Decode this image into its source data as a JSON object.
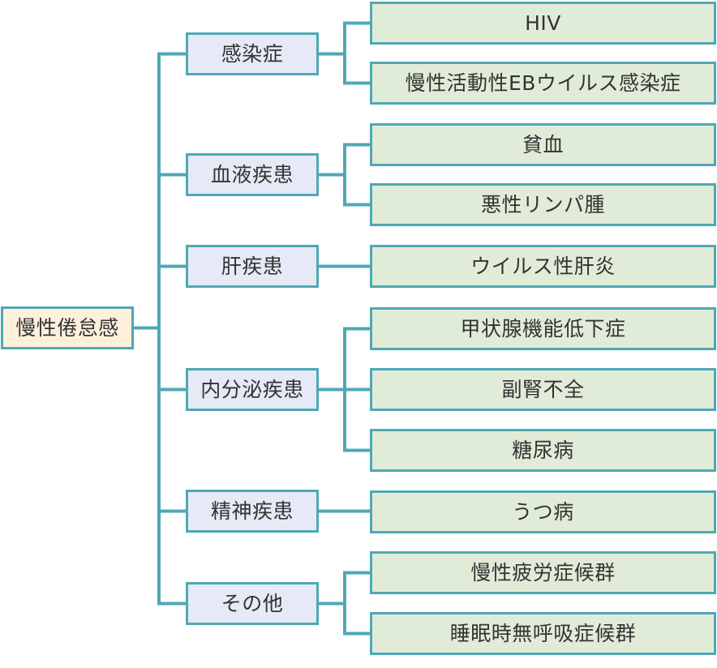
{
  "diagram": {
    "type": "tree",
    "orientation": "left-to-right",
    "colors": {
      "line": "#4fa8b5",
      "root_fill": "#fdf1dc",
      "category_fill": "#e6e9f6",
      "leaf_fill": "#e1ecd8",
      "text": "#333333"
    },
    "root": {
      "label": "慢性倦怠感"
    },
    "categories": [
      {
        "label": "感染症",
        "children": [
          {
            "label": "HIV"
          },
          {
            "label": "慢性活動性EBウイルス感染症"
          }
        ]
      },
      {
        "label": "血液疾患",
        "children": [
          {
            "label": "貧血"
          },
          {
            "label": "悪性リンパ腫"
          }
        ]
      },
      {
        "label": "肝疾患",
        "children": [
          {
            "label": "ウイルス性肝炎"
          }
        ]
      },
      {
        "label": "内分泌疾患",
        "children": [
          {
            "label": "甲状腺機能低下症"
          },
          {
            "label": "副腎不全"
          },
          {
            "label": "糖尿病"
          }
        ]
      },
      {
        "label": "精神疾患",
        "children": [
          {
            "label": "うつ病"
          }
        ]
      },
      {
        "label": "その他",
        "children": [
          {
            "label": "慢性疲労症候群"
          },
          {
            "label": "睡眠時無呼吸症候群"
          }
        ]
      }
    ]
  }
}
